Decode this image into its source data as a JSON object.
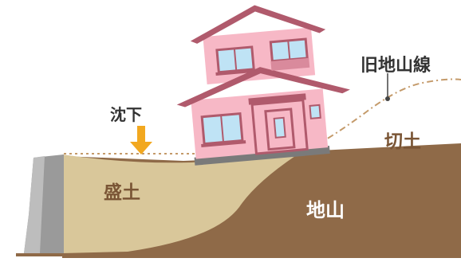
{
  "labels": {
    "old_ground_line": "旧地山線",
    "settlement": "沈下",
    "cut_soil": "切土",
    "fill_soil": "盛土",
    "natural_ground": "地山"
  },
  "colors": {
    "natural_ground": "#8f6a48",
    "fill_soil": "#d9c79a",
    "retaining_wall": "#9a9a9a",
    "house_wall": "#f7b8c6",
    "house_roof": "#b05a6c",
    "window_frame": "#b05a6c",
    "window_glass": "#bfe3f5",
    "arrow": "#f2a81f",
    "dashed_line": "#c49a6a",
    "label_brown": "#7a5535",
    "label_dark": "#333333",
    "label_white": "#ffffff"
  },
  "icons": {
    "settlement_arrow": "arrow-down-icon"
  }
}
